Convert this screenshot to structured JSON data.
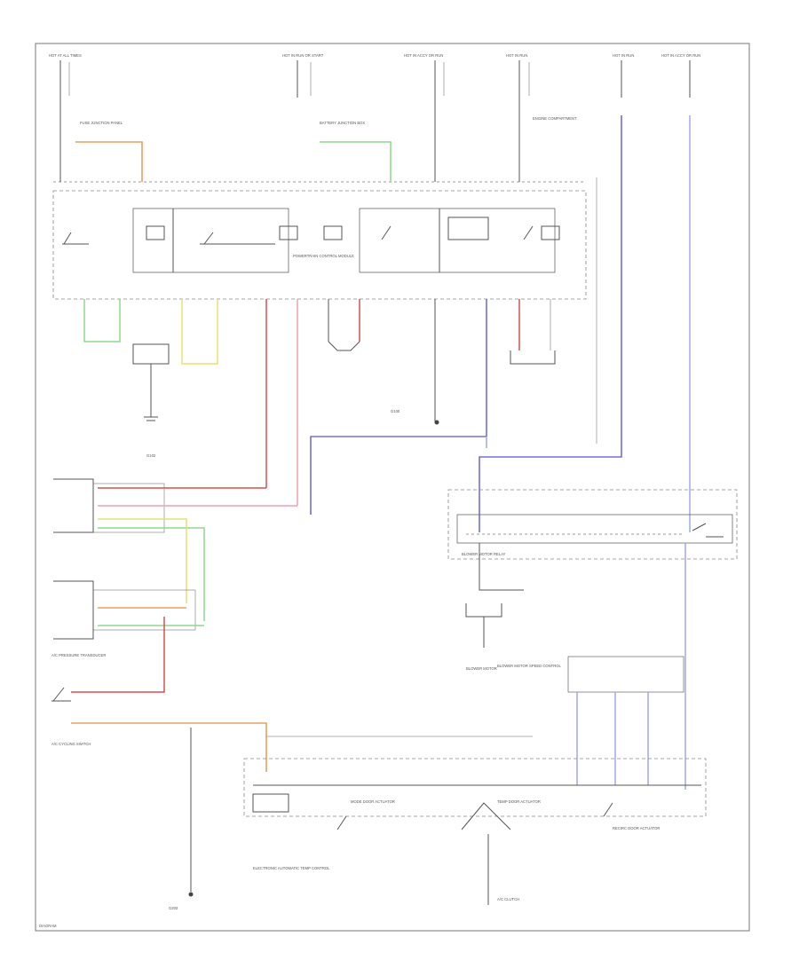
{
  "diagram": {
    "labels": {
      "t_top_1": "HOT AT ALL TIMES",
      "t_top_2": "HOT IN RUN OR START",
      "t_top_3": "HOT IN ACCY OR RUN",
      "t_top_4": "HOT IN RUN",
      "t_top_5": "HOT IN RUN",
      "t_top_6": "HOT IN ACCY OR RUN",
      "cjb_1": "FUSE JUNCTION PANEL",
      "cjb_2": "BATTERY JUNCTION BOX",
      "cjb_3": "ENGINE COMPARTMENT",
      "pcm": "POWERTRAIN CONTROL MODULE",
      "relay": "BLOWER MOTOR RELAY",
      "gnd_1": "G102",
      "gnd_2": "G100",
      "gnd_3": "G203",
      "ecu": "ELECTRONIC AUTOMATIC TEMP CONTROL",
      "blower": "BLOWER MOTOR",
      "resistor": "BLOWER MOTOR SPEED CONTROL",
      "switch": "A/C CYCLING SWITCH",
      "press": "A/C PRESSURE TRANSDUCER",
      "clutch": "A/C CLUTCH",
      "mode_door": "MODE DOOR ACTUATOR",
      "temp_door": "TEMP DOOR ACTUATOR",
      "recirc": "RECIRC DOOR ACTUATOR",
      "footer": "DIAGRAM"
    }
  }
}
